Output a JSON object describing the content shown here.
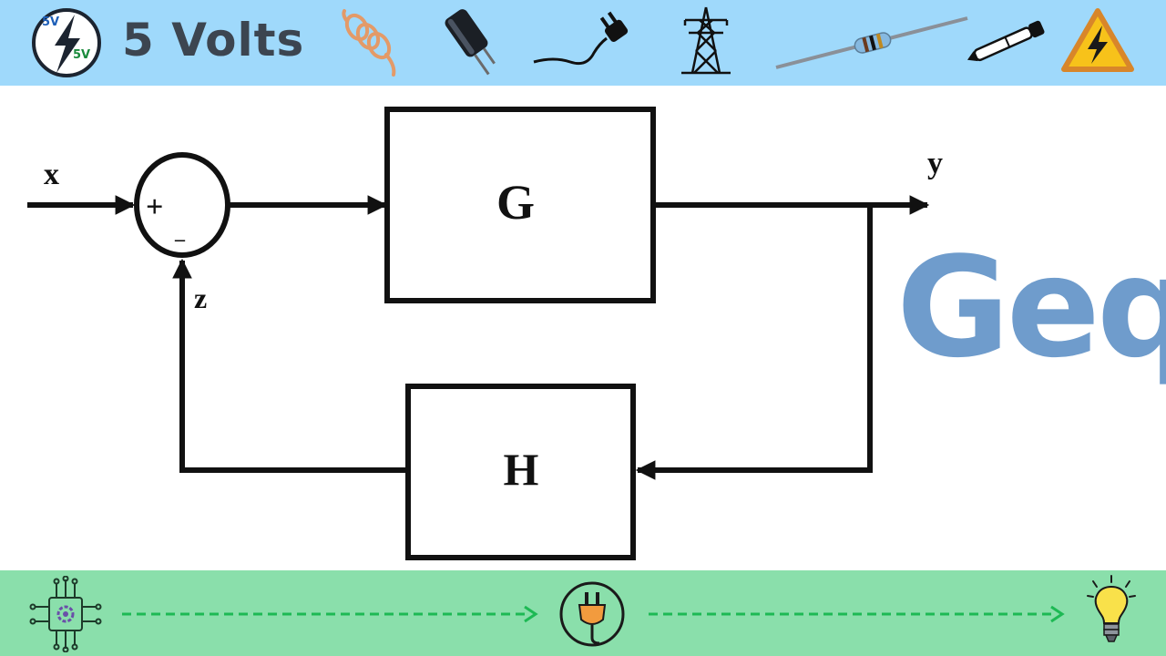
{
  "header": {
    "brand": "5 Volts",
    "logo_top": "5V",
    "logo_bottom": "5V",
    "icons": [
      "lightning-logo-icon",
      "coil-icon",
      "capacitor-icon",
      "power-plug-cable-icon",
      "transmission-tower-icon",
      "resistor-icon",
      "pen-icon",
      "high-voltage-warning-icon"
    ]
  },
  "diagram": {
    "input_label": "x",
    "output_label": "y",
    "feedback_label": "z",
    "plus_sign": "+",
    "minus_sign": "_",
    "forward_block": "G",
    "feedback_block": "H"
  },
  "title": "Geq",
  "footer": {
    "icons": [
      "chip-gear-icon",
      "plug-circle-icon",
      "light-bulb-icon"
    ]
  },
  "colors": {
    "top_bar": "#9fd9fb",
    "bottom_bar": "#8adfab",
    "brand_text": "#3c4550",
    "title_text": "#6f9ccc",
    "dashed_arrow": "#1db954"
  }
}
